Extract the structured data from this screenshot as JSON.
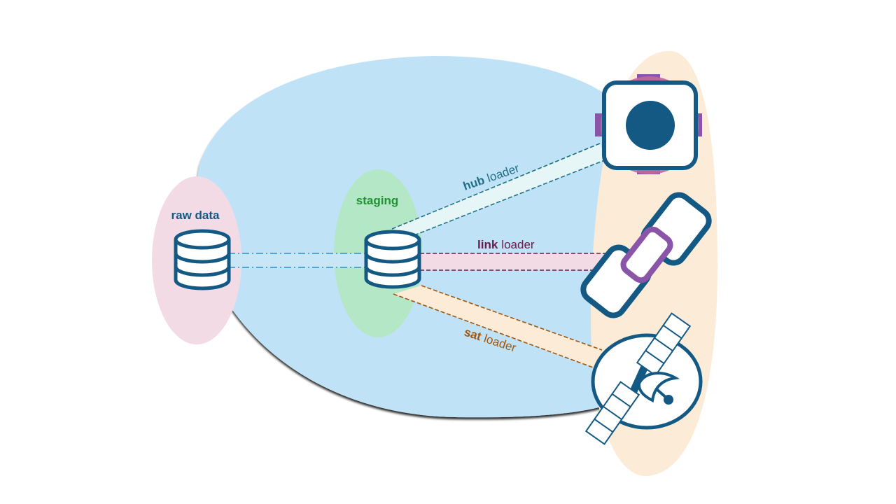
{
  "labels": {
    "raw_data": "raw data",
    "staging": "staging",
    "hub_key": "hub",
    "link_key": "link",
    "sat_key": "sat",
    "loader_word": "loader"
  },
  "colors": {
    "warehouse_blob": "#c0e2f6",
    "raw_blob": "#f3dbe6",
    "staging_blob": "#b3e7c6",
    "vault_blob": "#fcebd7",
    "icon_stroke": "#135983",
    "raw_label": "#135983",
    "staging_label": "#1f9431",
    "hub_color": "#1f6f86",
    "link_color": "#6b1b49",
    "link_accent": "#8a55a8",
    "sat_color": "#a0560e",
    "hub_band": "#e6f5f5",
    "link_band": "#f3dbe6",
    "sat_band": "#fcebd7",
    "hub_halo": "#c0689a"
  },
  "icons": [
    "raw-database-icon",
    "staging-database-icon",
    "hub-icon",
    "link-icon",
    "satellite-icon"
  ]
}
